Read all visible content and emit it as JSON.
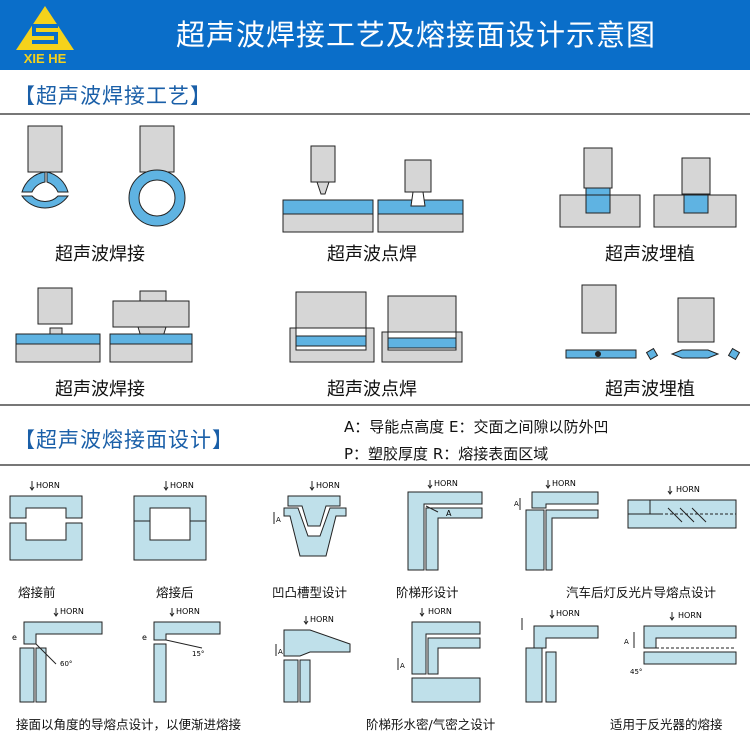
{
  "header": {
    "title": "超声波焊接工艺及熔接面设计示意图",
    "logo_text": "XIE HE",
    "bg": "#0a6ec9"
  },
  "section1": {
    "title": "【超声波焊接工艺】",
    "captions": [
      "超声波焊接",
      "超声波点焊",
      "超声波埋植",
      "超声波焊接",
      "超声波点焊",
      "超声波埋植"
    ]
  },
  "section2": {
    "title": "【超声波熔接面设计】",
    "legend": [
      "A：导能点高度  E：交面之间隙以防外凹",
      "P：塑胶厚度    R：熔接表面区域"
    ],
    "captions": {
      "before": "熔接前",
      "after": "熔接后",
      "groove": "凹凸槽型设计",
      "step": "阶梯形设计",
      "lamp": "汽车后灯反光片导熔点设计",
      "angle": "接面以角度的导熔点设计，以便渐进熔接",
      "seal": "阶梯形水密/气密之设计",
      "reflector": "适用于反光器的熔接"
    },
    "labels": {
      "horn": "HORN",
      "a": "A",
      "e": "e",
      "deg60": "60°",
      "deg15": "15°",
      "deg45": "45°"
    }
  },
  "colors": {
    "blue": "#5fb3e2",
    "gray": "#d6d6d6",
    "pale": "#bfe0ea",
    "stroke": "#222222",
    "accent": "#1a5fa8"
  }
}
